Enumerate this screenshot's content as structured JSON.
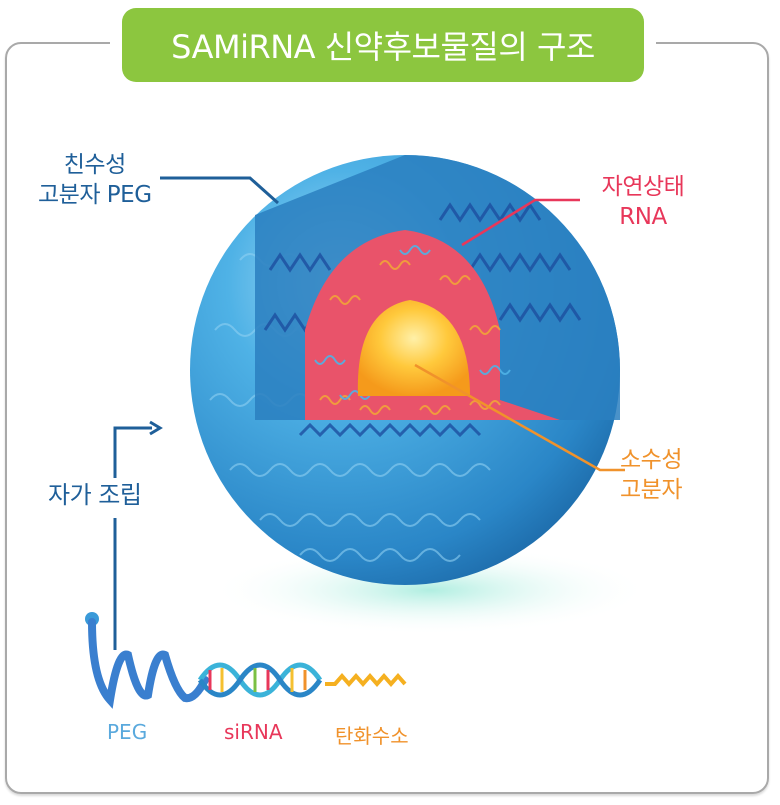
{
  "title": "SAMiRNA  신약후보물질의 구조",
  "colors": {
    "title_bg": "#8cc63f",
    "peg_label": "#1f5f99",
    "rna_label": "#e8375a",
    "core_label": "#f0922b",
    "shell_blue": "#3a9ad9",
    "frame": "#a9a9a9"
  },
  "structure_labels": {
    "peg_shell": {
      "line1": "친수성",
      "line2": "고분자 PEG"
    },
    "natural_rna": {
      "line1": "자연상태",
      "line2": "RNA"
    },
    "hydrophobic_core": {
      "line1": "소수성",
      "line2": "고분자"
    }
  },
  "self_assembly_label": "자가 조립",
  "monomer_components": [
    {
      "label": "PEG"
    },
    {
      "label": "siRNA"
    },
    {
      "label": "탄화수소"
    }
  ]
}
